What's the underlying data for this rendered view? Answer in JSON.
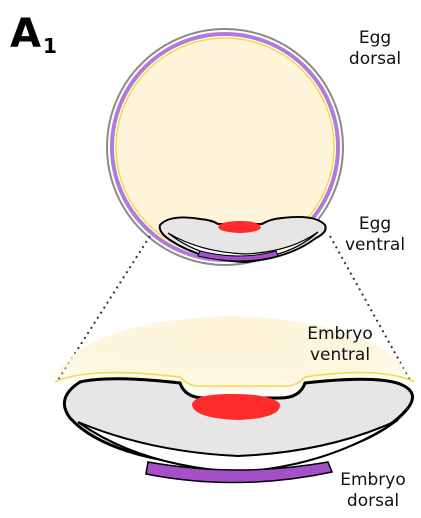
{
  "panel": {
    "letter": "A",
    "index": "1"
  },
  "labels": {
    "egg_dorsal": [
      "Egg",
      "dorsal"
    ],
    "egg_ventral": [
      "Egg",
      "ventral"
    ],
    "embryo_ventral": [
      "Embryo",
      "ventral"
    ],
    "embryo_dorsal": [
      "Embryo",
      "dorsal"
    ]
  },
  "colors": {
    "yolk": "#fdf4d9",
    "yolk_outline": "#f5d84a",
    "membrane_purple": "#b27ad9",
    "band_purple": "#a550c9",
    "embryo_grey": "#e6e6e6",
    "red_region": "#ff2a2a",
    "outline": "#000000",
    "shell_grey": "#8a8a8a"
  }
}
